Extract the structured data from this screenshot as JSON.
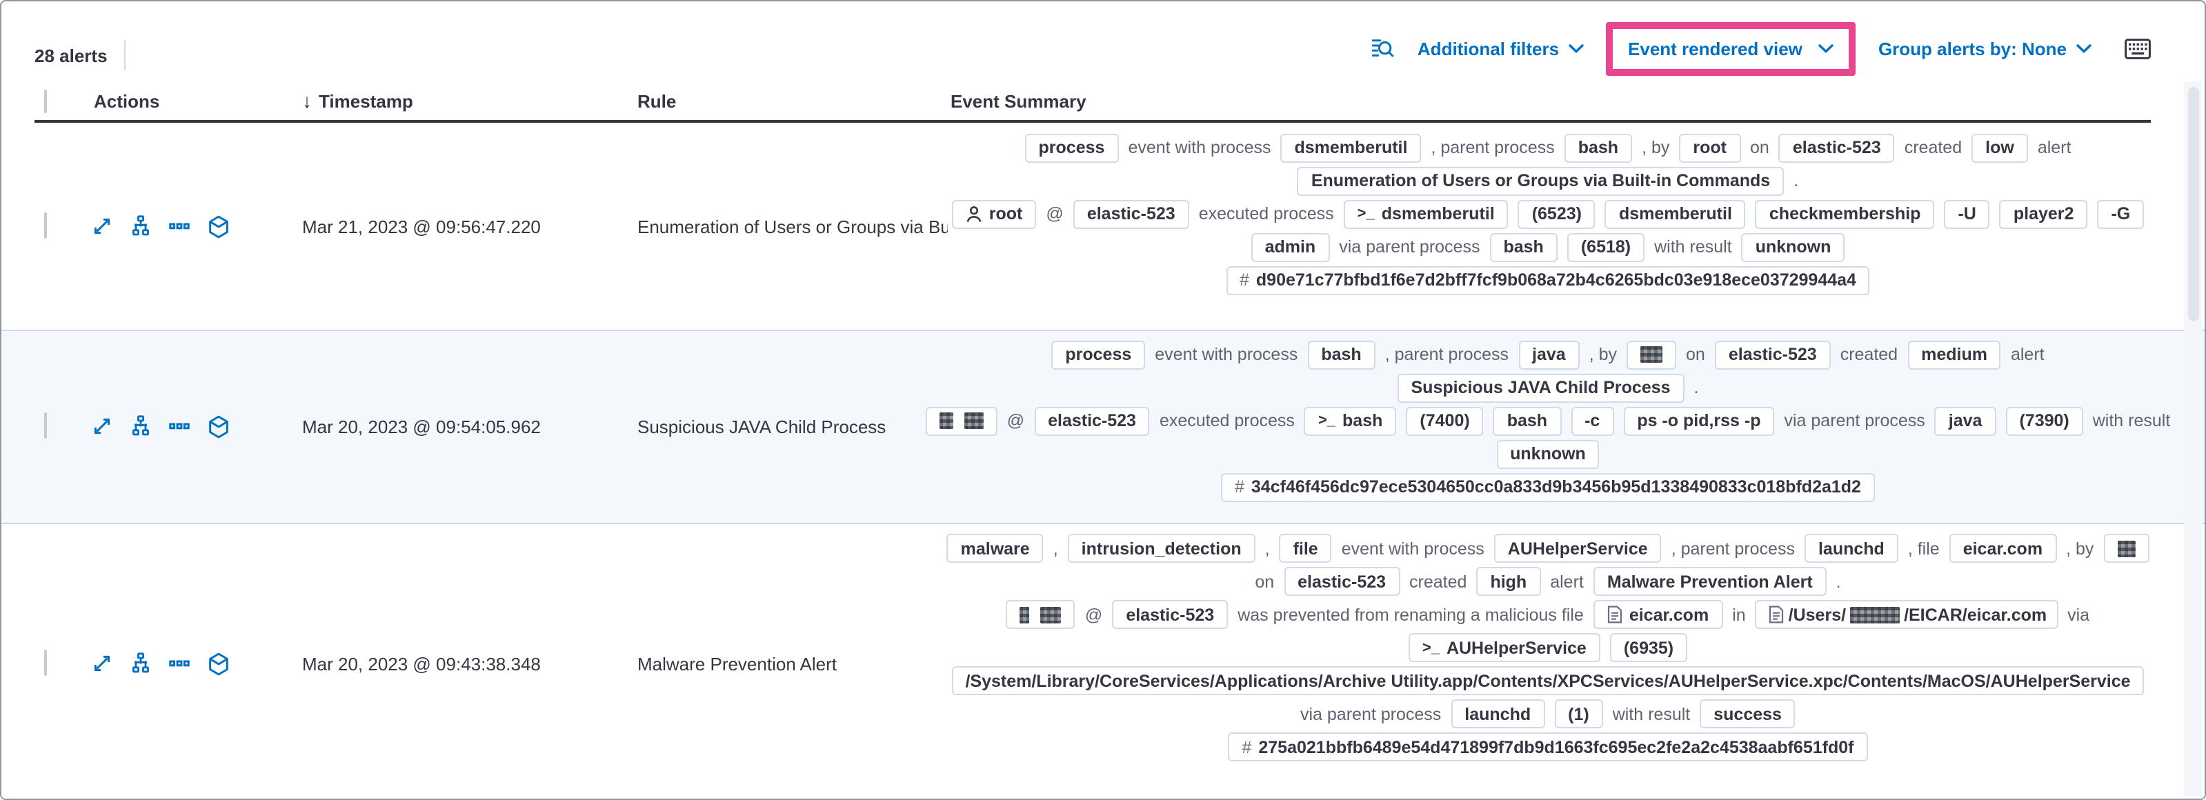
{
  "colors": {
    "accent_highlight": "#e8468f",
    "link_blue": "#0071c2",
    "badge_border": "#d3dae6",
    "stripe": "#f4f7fb"
  },
  "toolbar": {
    "alert_count": "28 alerts",
    "additional_filters": "Additional filters",
    "view_selector": "Event rendered view",
    "group_alerts_by": "Group alerts by: None",
    "icons": [
      "inspect",
      "keyboard-shortcuts"
    ]
  },
  "table": {
    "headers": {
      "actions": "Actions",
      "timestamp": "Timestamp",
      "rule": "Rule",
      "summary": "Event Summary"
    },
    "sort": {
      "column": "Timestamp",
      "direction": "descending"
    },
    "action_icons": [
      "expand-alert",
      "analyze-event",
      "more-actions",
      "open-session-view"
    ],
    "rows": [
      {
        "timestamp": "Mar 21, 2023 @ 09:56:47.220",
        "rule": "Enumeration of Users or Groups via Bui",
        "summary": [
          [
            {
              "k": "b",
              "v": "process"
            },
            {
              "k": "t",
              "v": "event with process"
            },
            {
              "k": "b",
              "v": "dsmemberutil"
            },
            {
              "k": "t",
              "v": ", parent process"
            },
            {
              "k": "b",
              "v": "bash"
            },
            {
              "k": "t",
              "v": ", by"
            },
            {
              "k": "b",
              "v": "root"
            },
            {
              "k": "t",
              "v": "on"
            },
            {
              "k": "b",
              "v": "elastic-523"
            },
            {
              "k": "t",
              "v": "created"
            },
            {
              "k": "b",
              "v": "low"
            },
            {
              "k": "t",
              "v": "alert"
            }
          ],
          [
            {
              "k": "b",
              "v": "Enumeration of Users or Groups via Built-in Commands"
            },
            {
              "k": "t",
              "v": "."
            }
          ],
          [
            {
              "k": "b",
              "icon": "user",
              "v": "root"
            },
            {
              "k": "t",
              "v": "@"
            },
            {
              "k": "b",
              "v": "elastic-523"
            },
            {
              "k": "t",
              "v": "executed process"
            },
            {
              "k": "b",
              "icon": "terminal",
              "v": "dsmemberutil"
            },
            {
              "k": "b",
              "v": "(6523)"
            },
            {
              "k": "b",
              "v": "dsmemberutil"
            },
            {
              "k": "b",
              "v": "checkmembership"
            },
            {
              "k": "b",
              "v": "-U"
            },
            {
              "k": "b",
              "v": "player2"
            },
            {
              "k": "b",
              "v": "-G"
            }
          ],
          [
            {
              "k": "b",
              "v": "admin"
            },
            {
              "k": "t",
              "v": "via parent process"
            },
            {
              "k": "b",
              "v": "bash"
            },
            {
              "k": "b",
              "v": "(6518)"
            },
            {
              "k": "t",
              "v": "with result"
            },
            {
              "k": "b",
              "v": "unknown"
            }
          ],
          [
            {
              "k": "b",
              "icon": "hash",
              "v": "d90e71c77bfbd1f6e7d2bff7fcf9b068a72b4c6265bdc03e918ece03729944a4"
            }
          ]
        ]
      },
      {
        "timestamp": "Mar 20, 2023 @ 09:54:05.962",
        "rule": "Suspicious JAVA Child Process",
        "summary": [
          [
            {
              "k": "b",
              "v": "process"
            },
            {
              "k": "t",
              "v": "event with process"
            },
            {
              "k": "b",
              "v": "bash"
            },
            {
              "k": "t",
              "v": ", parent process"
            },
            {
              "k": "b",
              "v": "java"
            },
            {
              "k": "t",
              "v": ", by"
            },
            {
              "k": "b",
              "parts": [
                {
                  "r": 16
                }
              ]
            },
            {
              "k": "t",
              "v": "on"
            },
            {
              "k": "b",
              "v": "elastic-523"
            },
            {
              "k": "t",
              "v": "created"
            },
            {
              "k": "b",
              "v": "medium"
            },
            {
              "k": "t",
              "v": "alert"
            }
          ],
          [
            {
              "k": "b",
              "v": "Suspicious JAVA Child Process"
            },
            {
              "k": "t",
              "v": "."
            }
          ],
          [
            {
              "k": "b",
              "parts": [
                {
                  "r": 10
                },
                {
                  "r": 14
                }
              ]
            },
            {
              "k": "t",
              "v": "@"
            },
            {
              "k": "b",
              "v": "elastic-523"
            },
            {
              "k": "t",
              "v": "executed process"
            },
            {
              "k": "b",
              "icon": "terminal",
              "v": "bash"
            },
            {
              "k": "b",
              "v": "(7400)"
            },
            {
              "k": "b",
              "v": "bash"
            },
            {
              "k": "b",
              "v": "-c"
            },
            {
              "k": "b",
              "v": "ps -o pid,rss -p"
            },
            {
              "k": "t",
              "v": "via parent process"
            },
            {
              "k": "b",
              "v": "java"
            },
            {
              "k": "b",
              "v": "(7390)"
            },
            {
              "k": "t",
              "v": "with result"
            }
          ],
          [
            {
              "k": "b",
              "v": "unknown"
            }
          ],
          [
            {
              "k": "b",
              "icon": "hash",
              "v": "34cf46f456dc97ece5304650cc0a833d9b3456b95d1338490833c018bfd2a1d2"
            }
          ]
        ]
      },
      {
        "timestamp": "Mar 20, 2023 @ 09:43:38.348",
        "rule": "Malware Prevention Alert",
        "summary": [
          [
            {
              "k": "b",
              "v": "malware"
            },
            {
              "k": "t",
              "v": ","
            },
            {
              "k": "b",
              "v": "intrusion_detection"
            },
            {
              "k": "t",
              "v": ","
            },
            {
              "k": "b",
              "v": "file"
            },
            {
              "k": "t",
              "v": "event with process"
            },
            {
              "k": "b",
              "v": "AUHelperService"
            },
            {
              "k": "t",
              "v": ", parent process"
            },
            {
              "k": "b",
              "v": "launchd"
            },
            {
              "k": "t",
              "v": ", file"
            },
            {
              "k": "b",
              "v": "eicar.com"
            },
            {
              "k": "t",
              "v": ", by"
            },
            {
              "k": "b",
              "parts": [
                {
                  "r": 13
                }
              ]
            }
          ],
          [
            {
              "k": "t",
              "v": "on"
            },
            {
              "k": "b",
              "v": "elastic-523"
            },
            {
              "k": "t",
              "v": "created"
            },
            {
              "k": "b",
              "v": "high"
            },
            {
              "k": "t",
              "v": "alert"
            },
            {
              "k": "b",
              "v": "Malware Prevention Alert"
            },
            {
              "k": "t",
              "v": "."
            }
          ],
          [
            {
              "k": "b",
              "parts": [
                {
                  "r": 7
                },
                {
                  "r": 15
                }
              ]
            },
            {
              "k": "t",
              "v": "@"
            },
            {
              "k": "b",
              "v": "elastic-523"
            },
            {
              "k": "t",
              "v": "was prevented from renaming a malicious file"
            },
            {
              "k": "b",
              "icon": "doc",
              "v": "eicar.com"
            },
            {
              "k": "t",
              "v": "in"
            },
            {
              "k": "b",
              "icon": "doc",
              "parts": [
                {
                  "t": "/Users/"
                },
                {
                  "r": 36
                },
                {
                  "t": "/EICAR/eicar.com"
                }
              ]
            },
            {
              "k": "t",
              "v": "via"
            }
          ],
          [
            {
              "k": "b",
              "icon": "terminal",
              "v": "AUHelperService"
            },
            {
              "k": "b",
              "v": "(6935)"
            }
          ],
          [
            {
              "k": "b",
              "v": "/System/Library/CoreServices/Applications/Archive Utility.app/Contents/XPCServices/AUHelperService.xpc/Contents/MacOS/AUHelperService"
            }
          ],
          [
            {
              "k": "t",
              "v": "via parent process"
            },
            {
              "k": "b",
              "v": "launchd"
            },
            {
              "k": "b",
              "v": "(1)"
            },
            {
              "k": "t",
              "v": "with result"
            },
            {
              "k": "b",
              "v": "success"
            }
          ],
          [
            {
              "k": "b",
              "icon": "hash",
              "v": "275a021bbfb6489e54d471899f7db9d1663fc695ec2fe2a2c4538aabf651fd0f"
            }
          ]
        ]
      }
    ]
  }
}
